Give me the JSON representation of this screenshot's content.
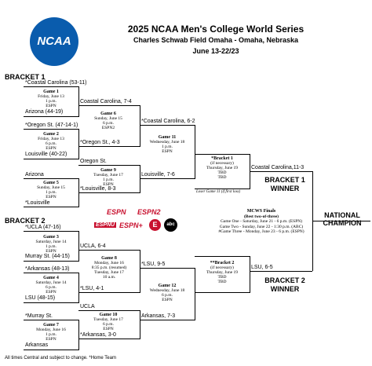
{
  "header": {
    "logo_text": "NCAA",
    "title": "2025 NCAA Men's College World Series",
    "venue": "Charles Schwab Field Omaha - Omaha, Nebraska",
    "dates": "June 13-22/23"
  },
  "bracket1": {
    "label": "BRACKET 1",
    "teams": {
      "coastal": "*Coastal Carolina (53-11)",
      "arizona": "Arizona (44-19)",
      "oregon": "*Oregon St. (47-14-1)",
      "louisville": "Louisville (40-22)",
      "g1_winner": "Coastal Carolina, 7-4",
      "g2_winner": "*Oregon St., 4-3",
      "g5_top": "Arizona",
      "g5_bottom": "*Louisville",
      "g9_top": "Oregon St.",
      "g9_bottom": "*Louisville, 8-3",
      "g6_winner": "*Coastal Carolina, 6-2",
      "g9_winner": "Louisville, 7-6",
      "champ": "Coastal Carolina,11-3"
    },
    "games": {
      "g1": {
        "title": "Game 1",
        "l1": "Friday, June 13",
        "l2": "1 p.m.",
        "l3": "ESPN"
      },
      "g2": {
        "title": "Game 2",
        "l1": "Friday, June 13",
        "l2": "6 p.m.",
        "l3": "ESPN"
      },
      "g5": {
        "title": "Game 5",
        "l1": "Sunday, June 15",
        "l2": "1 p.m.",
        "l3": "ESPN"
      },
      "g6": {
        "title": "Game 6",
        "l1": "Sunday, June 15",
        "l2": "6 p.m.",
        "l3": "ESPN2"
      },
      "g9": {
        "title": "Game 9",
        "l1": "Tuesday, June 17",
        "l2": "1 p.m.",
        "l3": "ESPN"
      },
      "g11": {
        "title": "Game 11",
        "l1": "Wednesday, June 18",
        "l2": "1 p.m.",
        "l3": "ESPN"
      },
      "b1": {
        "title": "*Bracket 1",
        "l1": "(if necessary)",
        "l2": "Thursday, June 19",
        "l3": "TBD",
        "l4": "TBD"
      }
    },
    "loser_note": "Loser Game 11 (if first loss)",
    "winner_label_1": "BRACKET 1",
    "winner_label_2": "WINNER"
  },
  "bracket2": {
    "label": "BRACKET 2",
    "teams": {
      "ucla": "*UCLA (47-16)",
      "murray": "Murray St. (44-15)",
      "arkansas": "*Arkansas (48-13)",
      "lsu": "LSU (48-15)",
      "g3_winner": "UCLA, 6-4",
      "g4_winner": "*LSU, 4-1",
      "g7_top": "*Murray St.",
      "g7_bottom": "Arkansas",
      "g10_top": "UCLA",
      "g10_bottom": "*Arkansas, 3-0",
      "g8_winner": "*LSU, 9-5",
      "g10_winner": "Arkansas, 7-3",
      "champ": "LSU, 6-5"
    },
    "games": {
      "g3": {
        "title": "Game 3",
        "l1": "Saturday, June 14",
        "l2": "1 p.m.",
        "l3": "ESPN"
      },
      "g4": {
        "title": "Game 4",
        "l1": "Saturday, June 14",
        "l2": "6 p.m.",
        "l3": "ESPN"
      },
      "g7": {
        "title": "Game 7",
        "l1": "Monday, June 16",
        "l2": "1 p.m.",
        "l3": "ESPN"
      },
      "g8": {
        "title": "Game 8",
        "l1": "Monday, June 16",
        "l2": "8:35 p.m. (resumed)",
        "l3": "Tuesday, June 17",
        "l4": "10 a.m."
      },
      "g10": {
        "title": "Game 10",
        "l1": "Tuesday, June 17",
        "l2": "6 p.m.",
        "l3": "ESPN"
      },
      "g12": {
        "title": "Game 12",
        "l1": "Wednesday, June 18",
        "l2": "6 p.m.",
        "l3": "ESPN"
      },
      "b2": {
        "title": "**Bracket 2",
        "l1": "(if necessary)",
        "l2": "Thursday, June 19",
        "l3": "TBD",
        "l4": "TBD"
      }
    },
    "winner_label_1": "BRACKET 2",
    "winner_label_2": "WINNER"
  },
  "finals": {
    "title": "MCWS Finals",
    "subtitle": "(Best two-of-three)",
    "g1": "Game One - Saturday, June 21 - 6 p.m. (ESPN)",
    "g2": "Game Two - Sunday, June 22 - 1:30 p.m. (ABC)",
    "g3": "#Game Three - Monday, June 23 - 6 p.m. (ESPN)",
    "champ_1": "NATIONAL",
    "champ_2": "CHAMPION"
  },
  "networks": [
    "ESPN",
    "ESPN2",
    "ESPNU",
    "ESPN+",
    "ABC"
  ],
  "footer": "All times Central and subject to change. *Home Team",
  "colors": {
    "ncaa_blue": "#0a5cad",
    "espn_red": "#c8102e"
  }
}
